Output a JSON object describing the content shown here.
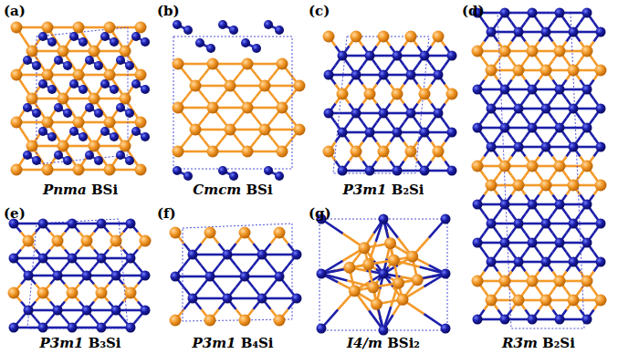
{
  "diagram": {
    "labels": [
      "(a)",
      "Pnma BSi",
      "(b)",
      "Cmcm BSi",
      "(c)",
      "P3̄m1 B₂Si",
      "(d)",
      "(e)",
      "P3̄m1 B₃Si",
      "(f)",
      "P3̄m1 B₄Si",
      "(g)",
      "I4/m BSi₂",
      "R3̄m B₂Si"
    ]
  }
}
